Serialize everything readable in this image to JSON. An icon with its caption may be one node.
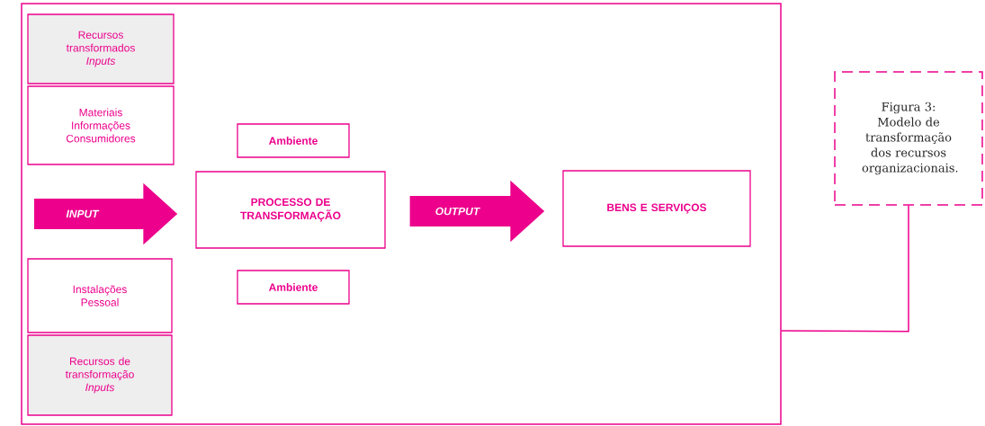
{
  "diagram": {
    "nodes": [
      {
        "text": [],
        "shape": "box"
      },
      {
        "text": [
          "Recursos transformados *Inputs*"
        ],
        "in": 0
      },
      {
        "text": [
          "Materiais Informações Consumidores"
        ],
        "in": 0
      },
      {
        "text": [
          "Ambiente"
        ],
        "in": 0
      },
      {
        "text": [
          "PROCESSO DE TRANSFORMAÇÃO"
        ],
        "in": 0
      },
      {
        "text": [
          "BENS E SERVIÇOS"
        ],
        "in": 0
      },
      {
        "text": [
          "Instalações Pessoal"
        ],
        "in": 0
      },
      {
        "text": [
          "Ambiente"
        ],
        "in": 0
      },
      {
        "text": [
          "Recursos de transformação *Inputs*"
        ],
        "in": 0
      },
      {
        "text": [
          "Figura 3: Modelo de transformação dos recursos organizacionais."
        ]
      }
    ],
    "edges": [
      {
        "from": null,
        "to": 4,
        "arrow": "to",
        "label": "INPUT"
      },
      {
        "from": 4,
        "to": 5,
        "arrow": "to",
        "label": "OUTPUT"
      },
      {
        "from": 9,
        "to": 0,
        "arrow": "none"
      }
    ]
  }
}
